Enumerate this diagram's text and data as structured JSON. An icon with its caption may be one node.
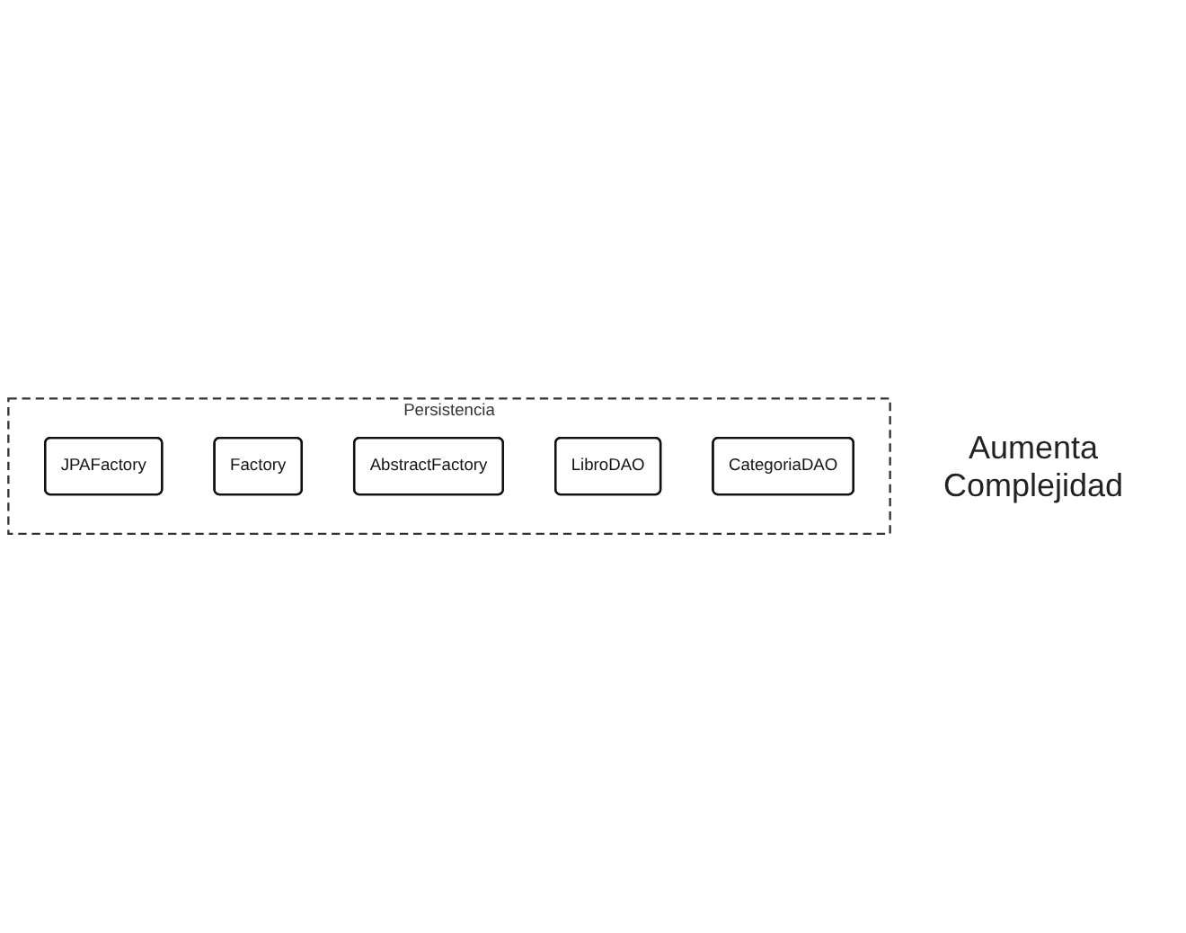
{
  "diagram": {
    "nodes": [
      {
        "text": [
          "Persistencia"
        ]
      },
      {
        "text": [
          "JPAFactory"
        ],
        "in": 0
      },
      {
        "text": [
          "Factory"
        ],
        "in": 0
      },
      {
        "text": [
          "AbstractFactory"
        ],
        "in": 0
      },
      {
        "text": [
          "LibroDAO"
        ],
        "in": 0
      },
      {
        "text": [
          "CategoriaDAO"
        ],
        "in": 0
      }
    ],
    "labels": [
      "Aumenta Complejidad"
    ]
  }
}
